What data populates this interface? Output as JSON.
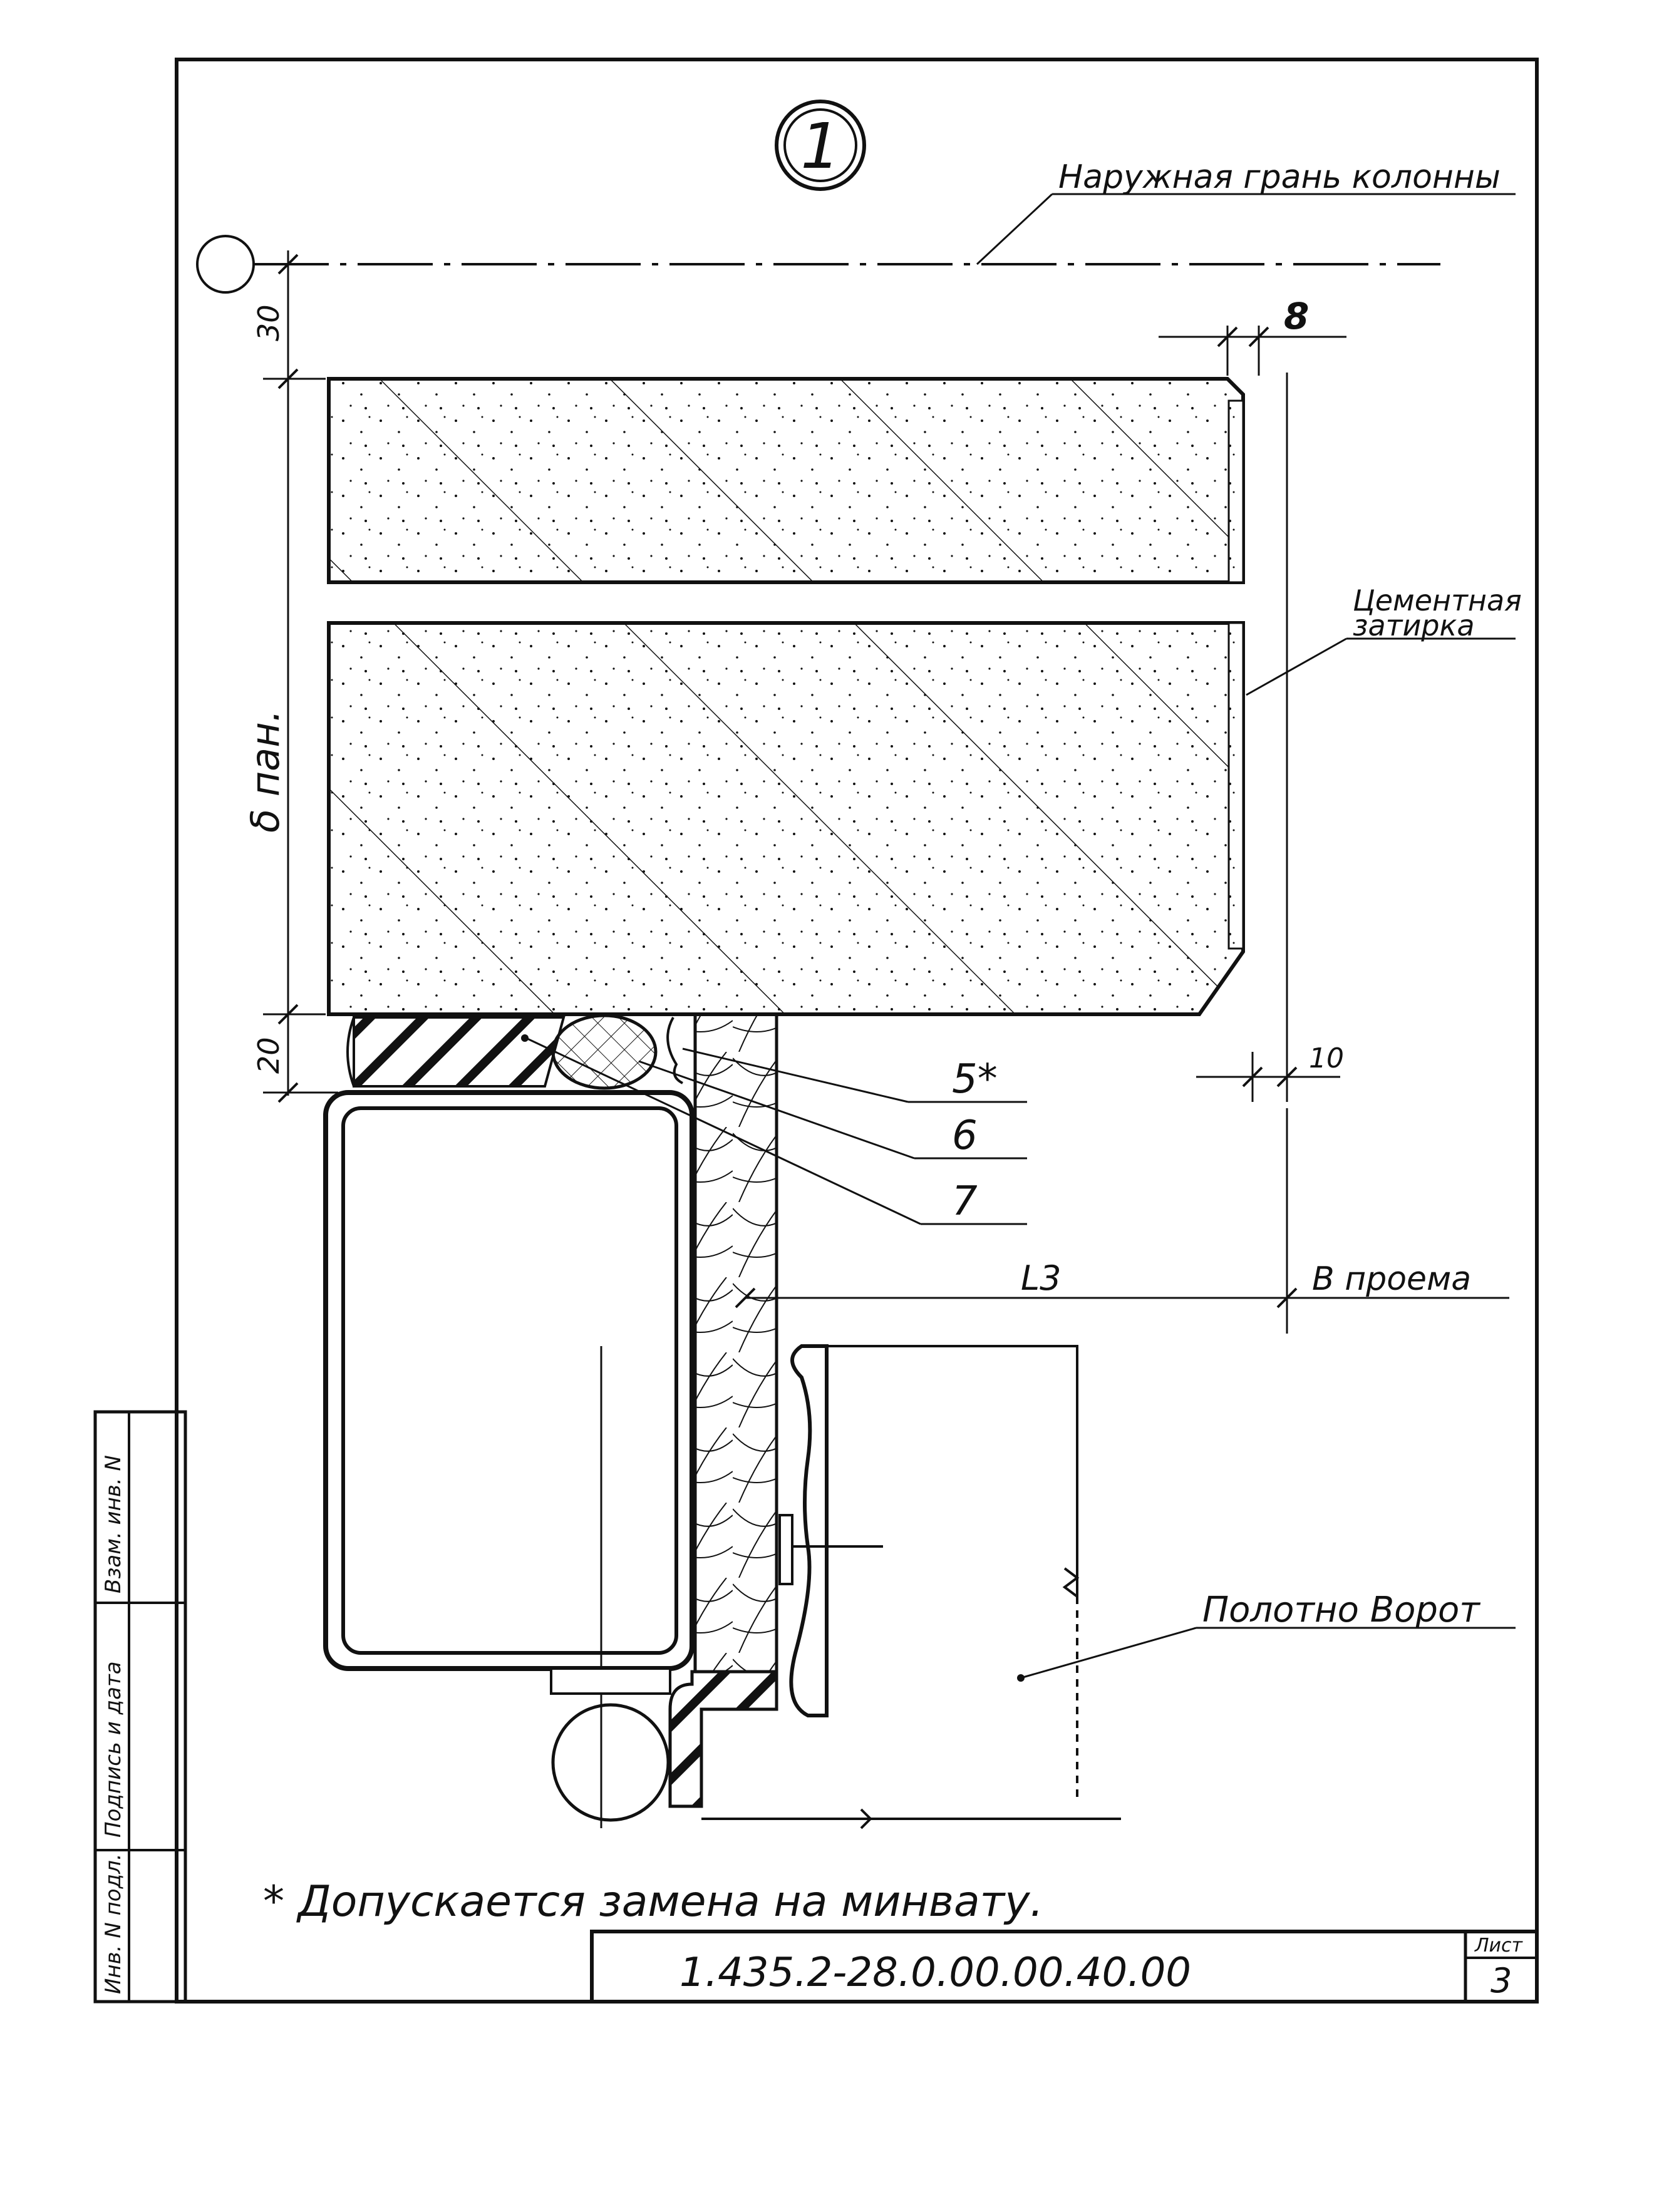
{
  "detail": {
    "number": "1"
  },
  "labels": {
    "outer_face": "Наружная грань колонны",
    "cement_line1": "Цементная",
    "cement_line2": "затирка",
    "gate_leaf": "Полотно Ворот",
    "opening_width": "B проема"
  },
  "dimensions": {
    "top_offset": "30",
    "render_thickness": "8",
    "panel_thickness": "δ пан.",
    "bottom_gap": "20",
    "side_offset": "10",
    "length_l3": "L3"
  },
  "callouts": {
    "c5": "5*",
    "c6": "6",
    "c7": "7"
  },
  "footnote": "* Допускается замена на минвату.",
  "stamp": {
    "document_code": "1.435.2-28.0.00.00.40.00",
    "sheet_label": "Лист",
    "sheet_number": "3"
  },
  "side_stamp": {
    "col1": "Инв. N подл.",
    "col2": "Подпись и дата",
    "col3": "Взам. инв. N"
  },
  "colors": {
    "ink": "#111111",
    "paper": "#ffffff"
  }
}
